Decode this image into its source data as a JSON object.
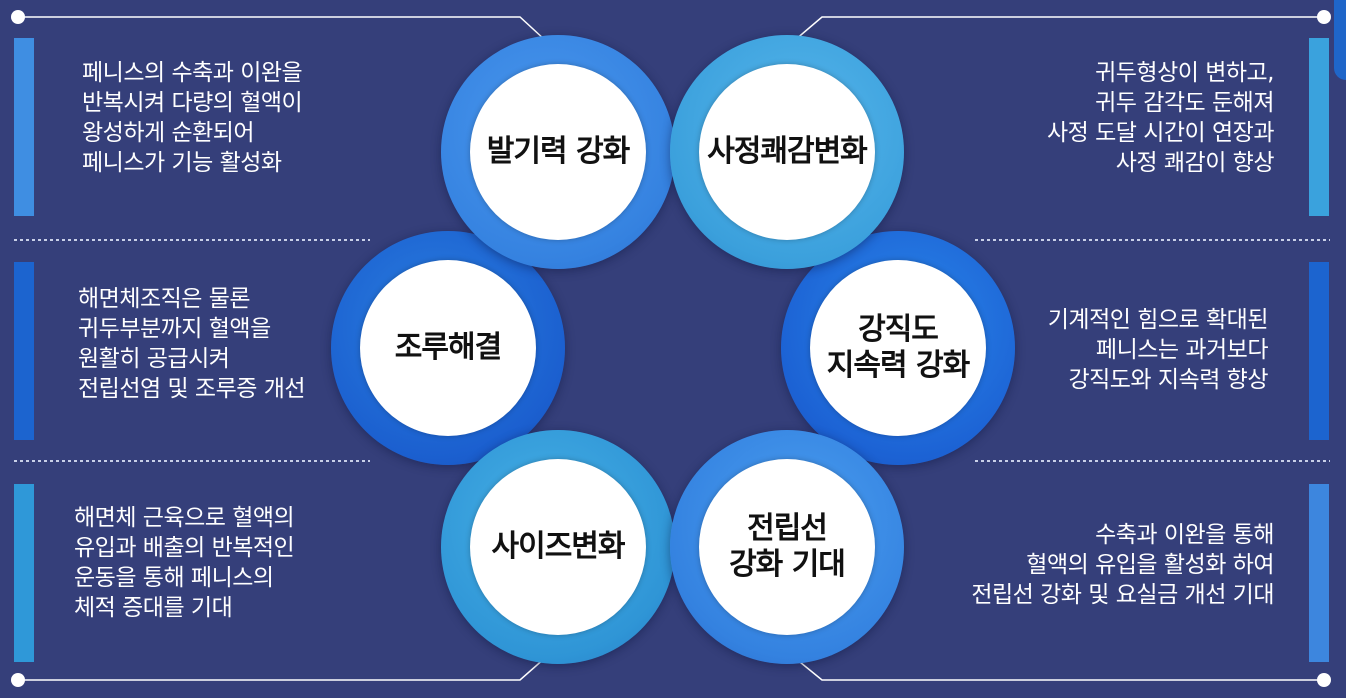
{
  "colors": {
    "background": "#353f7a",
    "ring_light": "#4aa0e8",
    "ring_mid": "#2f8ee0",
    "ring_deep": "#1b5fcf",
    "ring_teal": "#3aa2d8",
    "connector": "#ffffff"
  },
  "features": [
    {
      "title_lines": [
        "발기력 강화"
      ],
      "desc_lines": [
        "페니스의 수축과 이완을",
        "반복시켜 다량의 혈액이",
        "왕성하게 순환되어",
        "페니스가 기능 활성화"
      ]
    },
    {
      "title_lines": [
        "사정쾌감변화"
      ],
      "desc_lines": [
        "귀두형상이 변하고,",
        "귀두 감각도 둔해져",
        "사정 도달 시간이 연장과",
        "사정 쾌감이 향상"
      ]
    },
    {
      "title_lines": [
        "조루해결"
      ],
      "desc_lines": [
        "해면체조직은 물론",
        "귀두부분까지 혈액을",
        "원활히 공급시켜",
        "전립선염 및 조루증 개선"
      ]
    },
    {
      "title_lines": [
        "강직도",
        "지속력 강화"
      ],
      "desc_lines": [
        "기계적인 힘으로 확대된",
        "페니스는 과거보다",
        "강직도와 지속력 향상"
      ]
    },
    {
      "title_lines": [
        "사이즈변화"
      ],
      "desc_lines": [
        "해면체 근육으로 혈액의",
        "유입과 배출의 반복적인",
        "운동을 통해 페니스의",
        "체적 증대를 기대"
      ]
    },
    {
      "title_lines": [
        "전립선",
        "강화 기대"
      ],
      "desc_lines": [
        "수축과 이완을 통해",
        "혈액의 유입을 활성화 하여",
        "전립선 강화 및 요실금 개선 기대"
      ]
    }
  ]
}
